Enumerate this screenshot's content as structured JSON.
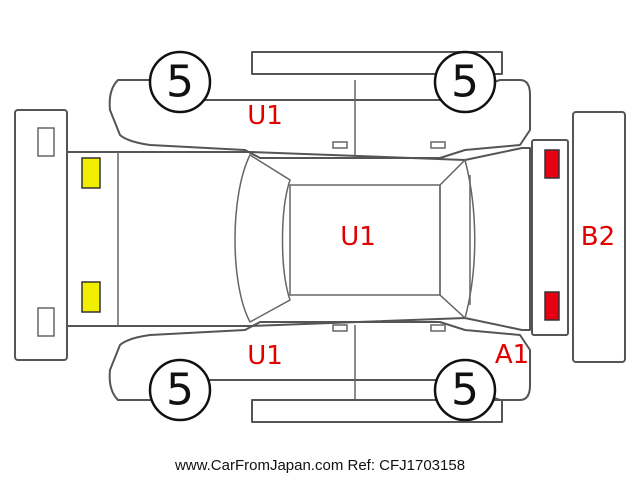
{
  "tires": {
    "front_left": "5",
    "rear_left": "5",
    "front_right": "5",
    "rear_right": "5"
  },
  "damage_codes": {
    "left_front_door": "U1",
    "left_rear_door": "U1",
    "roof": "U1",
    "right_rear_corner": "A1",
    "rear_bumper": "B2"
  },
  "colors": {
    "code_text": "#e00000",
    "front_light": "#f2ee00",
    "rear_light": "#e60012",
    "outline": "#555555"
  },
  "footer": {
    "text": "www.CarFromJapan.com Ref: CFJ1703158"
  }
}
